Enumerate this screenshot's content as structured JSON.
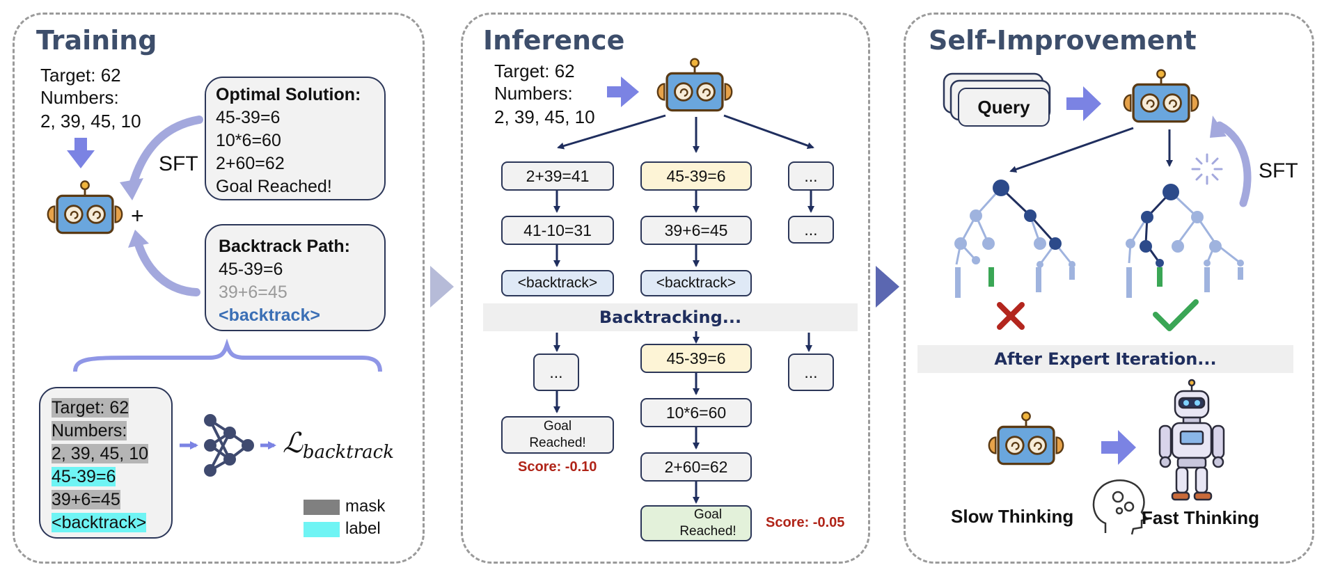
{
  "panels": {
    "training": "Training",
    "inference": "Inference",
    "self_improvement": "Self-Improvement"
  },
  "training": {
    "target": "Target: 62",
    "numbers_label": "Numbers:",
    "numbers": "2, 39, 45, 10",
    "sft_label": "SFT",
    "plus": "+",
    "optimal": {
      "title": "Optimal Solution:",
      "lines": [
        "45-39=6",
        "10*6=60",
        "2+60=62",
        "Goal Reached!"
      ]
    },
    "backtrack": {
      "title": "Backtrack Path:",
      "line1": "45-39=6",
      "line2": "39+6=45",
      "line3": "<backtrack>"
    },
    "masked_box": {
      "lines": [
        "Target: 62",
        "Numbers:",
        "2, 39, 45, 10",
        "45-39=6",
        "39+6=45",
        "<backtrack>"
      ]
    },
    "loss_symbol": "ℒ",
    "loss_subscript": "backtrack",
    "legend": {
      "mask": "mask",
      "label": "label",
      "mask_color": "#808080",
      "label_color": "#6ff4f4"
    }
  },
  "inference": {
    "target": "Target: 62",
    "numbers_label": "Numbers:",
    "numbers": "2, 39, 45, 10",
    "col1": [
      "2+39=41",
      "41-10=31",
      "<backtrack>"
    ],
    "col2": [
      "45-39=6",
      "39+6=45",
      "<backtrack>"
    ],
    "col3": [
      "...",
      "..."
    ],
    "band": "Backtracking...",
    "after_col1": [
      "...",
      "Goal\nReached!"
    ],
    "after_col2": [
      "45-39=6",
      "10*6=60",
      "2+60=62",
      "Goal\nReached!"
    ],
    "after_col3": [
      "..."
    ],
    "score1": "Score: -0.10",
    "score2": "Score: -0.05"
  },
  "self_improvement": {
    "query": "Query",
    "sft_label": "SFT",
    "band": "After Expert Iteration...",
    "slow": "Slow Thinking",
    "fast": "Fast Thinking"
  },
  "colors": {
    "panel_title": "#3d4e6b",
    "arrow": "#7b83e3",
    "dark_navy": "#1f2e5e",
    "score_red": "#b02418",
    "cross_red": "#b3261e",
    "check_green": "#3aa655"
  }
}
